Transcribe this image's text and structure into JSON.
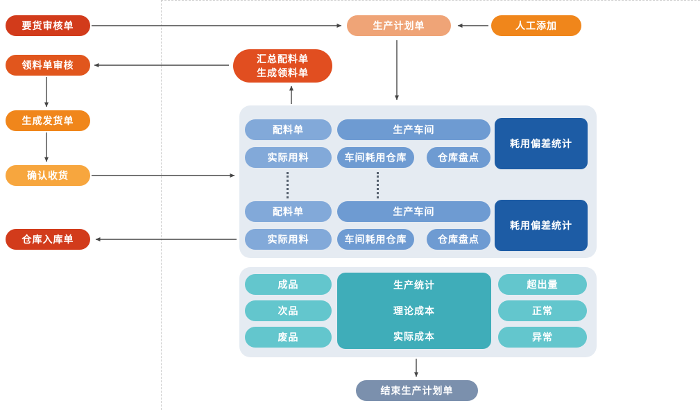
{
  "colors": {
    "red": "#d23b1b",
    "dark_orange": "#e1561d",
    "orange": "#f0861b",
    "light_orange": "#f7a63e",
    "salmon": "#efa477",
    "summary_red": "#e14e20",
    "blue_pill": "#82a9d9",
    "blue_wide": "#6e9bd2",
    "dark_blue": "#1d5ca5",
    "panel_bg": "#e5ebf2",
    "teal_pill": "#63c6cd",
    "teal_box": "#3fadb9",
    "end_node": "#7b90ad"
  },
  "left_flow": {
    "items": [
      {
        "label": "要货审核单"
      },
      {
        "label": "领料单审核"
      },
      {
        "label": "生成发货单"
      },
      {
        "label": "确认收货"
      },
      {
        "label": "仓库入库单"
      }
    ]
  },
  "top": {
    "production_plan": "生产计划单",
    "manual_add": "人工添加",
    "summary": "汇总配料单\n生成领料单"
  },
  "workshop_panel": {
    "groups": [
      {
        "ingredient_list": "配料单",
        "workshop": "生产车间",
        "actual_usage": "实际用料",
        "workshop_warehouse": "车间耗用仓库",
        "stock_check": "仓库盘点",
        "deviation_stats": "耗用偏差统计"
      },
      {
        "ingredient_list": "配料单",
        "workshop": "生产车间",
        "actual_usage": "实际用料",
        "workshop_warehouse": "车间耗用仓库",
        "stock_check": "仓库盘点",
        "deviation_stats": "耗用偏差统计"
      }
    ]
  },
  "stats_panel": {
    "left_items": [
      "成品",
      "次品",
      "废品"
    ],
    "center_lines": [
      "生产统计",
      "理论成本",
      "实际成本"
    ],
    "right_items": [
      "超出量",
      "正常",
      "异常"
    ]
  },
  "end_node": "结束生产计划单"
}
